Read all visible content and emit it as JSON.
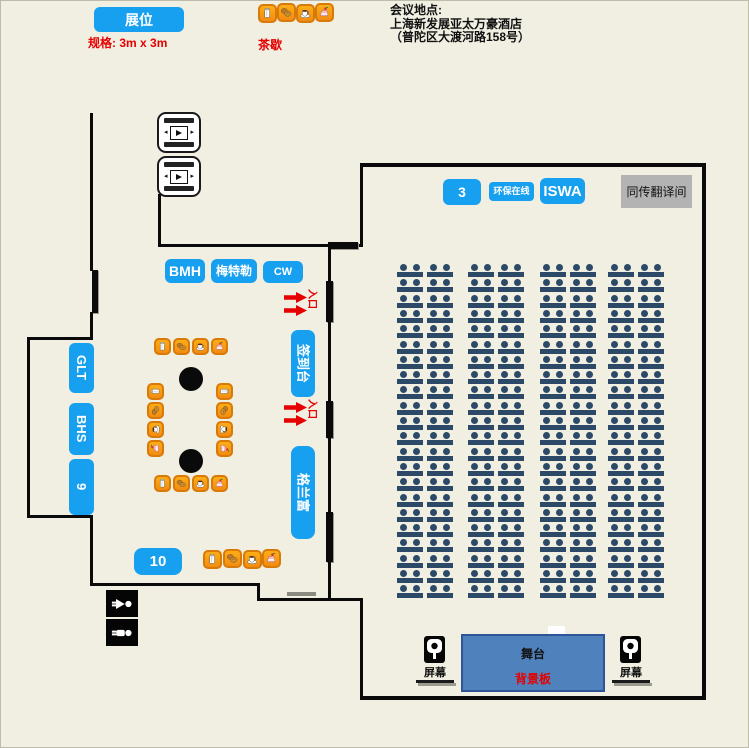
{
  "legend": {
    "booth_label": "展位",
    "booth_spec": "规格: 3m x 3m",
    "tea_break_label": "茶歇"
  },
  "venue": {
    "line1": "会议地点:",
    "line2": "上海新发展亚太万豪酒店",
    "line3": "（普陀区大渡河路158号）"
  },
  "foyer": {
    "exhibitors_top": [
      {
        "label": "BMH"
      },
      {
        "label": "梅特勒"
      },
      {
        "label": "CW"
      }
    ],
    "exhibitors_left": [
      {
        "label": "GLT"
      },
      {
        "label": "BHS"
      },
      {
        "label": "9"
      }
    ],
    "signin_desk": "签到台",
    "grundfos": "格兰富",
    "booth_10": "10",
    "entrance_label": "入口"
  },
  "hall": {
    "badge_3": "3",
    "badge_huanbao": "环保在线",
    "badge_iswa": "ISWA",
    "interpretation_room": "同传翻译间",
    "stage": "舞台",
    "backdrop": "背景板",
    "screen": "屏幕"
  },
  "seating": {
    "rows": 22,
    "groups": 4,
    "units_per_group": 2,
    "seats_per_unit": 2,
    "total_seats": 352,
    "group_offsets": [
      0,
      71,
      143,
      211
    ],
    "unit_width": 26,
    "unit_gap": 4,
    "row_pitch": 15.3,
    "seat_color": "#2c4a68"
  },
  "icons": {
    "tea_set": [
      "thermos-icon",
      "bread-icon",
      "coffee-icon",
      "cake-icon"
    ],
    "facility": [
      "elevator-icon",
      "restroom-female-icon",
      "restroom-male-icon",
      "projector-icon"
    ]
  },
  "colors": {
    "background": "#f0efe2",
    "accent_blue": "#18a0f0",
    "seat_navy": "#2c4a68",
    "stage_blue": "#4f81bd",
    "stage_border": "#2f5597",
    "alert_red": "#e60000",
    "icon_orange": "#f9a01b",
    "interpretation_gray": "#b3b3b3",
    "wall_black": "#0a0a0a"
  }
}
